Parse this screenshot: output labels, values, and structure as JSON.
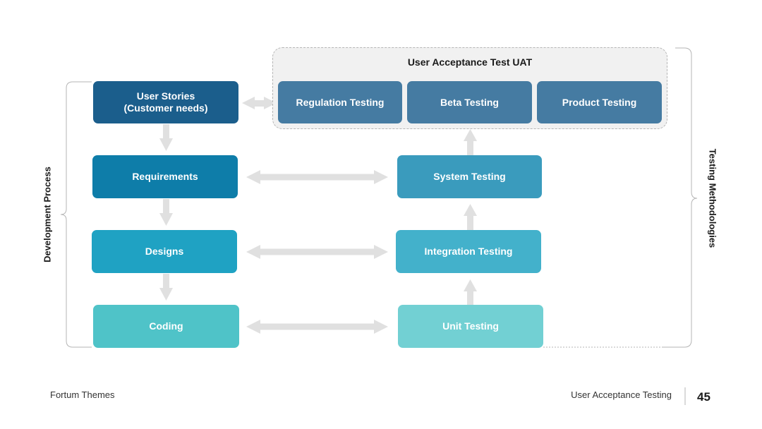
{
  "uat": {
    "title": "User Acceptance Test UAT",
    "boxes": [
      "Regulation Testing",
      "Beta Testing",
      "Product Testing"
    ]
  },
  "development": {
    "label": "Development Process",
    "user_stories": [
      "User Stories",
      "(Customer needs)"
    ],
    "requirements": "Requirements",
    "designs": "Designs",
    "coding": "Coding"
  },
  "testing": {
    "label": "Testing Methodologies",
    "system": "System Testing",
    "integration": "Integration Testing",
    "unit": "Unit Testing"
  },
  "footer": {
    "left": "Fortum Themes",
    "right": "User Acceptance Testing",
    "page": "45"
  },
  "colors": {
    "user_stories": "#1b5e8c",
    "requirements": "#0e7da9",
    "designs": "#1fa2c3",
    "coding": "#4fc3c8",
    "uat_box": "#457ba2",
    "system": "#3a9bbd",
    "integration": "#43b1cb",
    "unit": "#72d0d3",
    "arrow": "#e0e0e0",
    "bracket": "#b5b5b5"
  }
}
